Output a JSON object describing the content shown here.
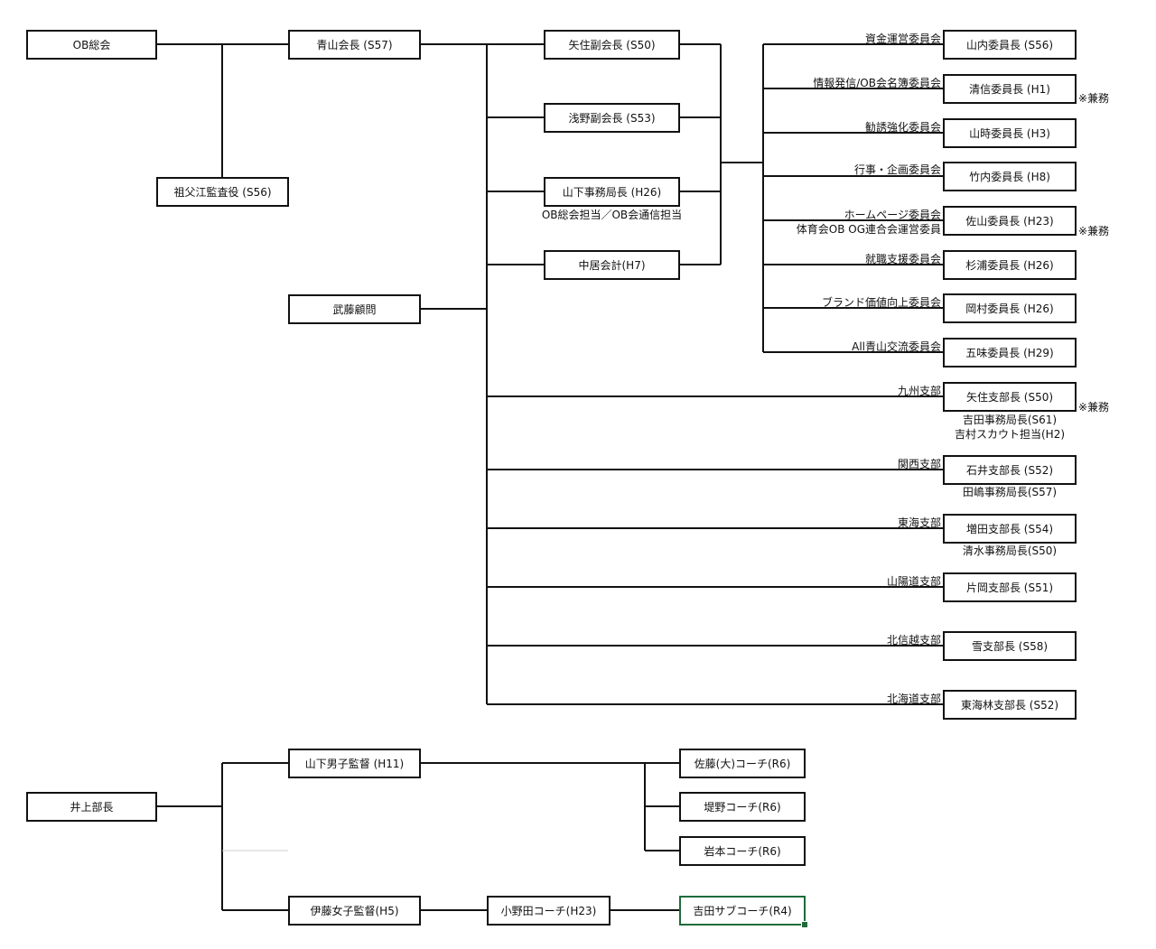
{
  "boxes": {
    "ob_general": "OB総会",
    "aoyama": "青山会長 (S57)",
    "sofue": "祖父江監査役 (S56)",
    "muto": "武藤顧問",
    "yazumi_vp": "矢住副会長 (S50)",
    "asano_vp": "浅野副会長 (S53)",
    "yamashita_sec": "山下事務局長 (H26)",
    "nakai": "中居会計(H7)",
    "yamauchi": "山内委員長 (S56)",
    "kiyonobu": "清信委員長 (H1)",
    "yamatoki": "山時委員長 (H3)",
    "takeuchi": "竹内委員長 (H8)",
    "sayama": "佐山委員長 (H23)",
    "sugiura": "杉浦委員長 (H26)",
    "okamura": "岡村委員長 (H26)",
    "gomi": "五味委員長 (H29)",
    "yazumi_br": "矢住支部長 (S50)",
    "ishii": "石井支部長 (S52)",
    "masuda": "増田支部長 (S54)",
    "kataoka": "片岡支部長 (S51)",
    "yuki": "雪支部長 (S58)",
    "tokairin": "東海林支部長 (S52)",
    "inoue": "井上部長",
    "yamashita_coach": "山下男子監督 (H11)",
    "ito": "伊藤女子監督(H5)",
    "onoda": "小野田コーチ(H23)",
    "sato": "佐藤(大)コーチ(R6)",
    "tsutsumino": "堤野コーチ(R6)",
    "iwamoto": "岩本コーチ(R6)",
    "yoshida": "吉田サブコーチ(R4)"
  },
  "committees": {
    "shikin": "資金運営委員会",
    "joho": "情報発信/OB会名簿委員会",
    "kanyu": "勧誘強化委員会",
    "gyoji": "行事・企画委員会",
    "homepage": "ホームページ委員会",
    "taiikukai": "体育会OB OG連合会運営委員",
    "shushoku": "就職支援委員会",
    "brand": "ブランド価値向上委員会",
    "all_aoyama": "All青山交流委員会"
  },
  "branches": {
    "kyushu": "九州支部",
    "kansai": "関西支部",
    "tokai": "東海支部",
    "sanyodo": "山陽道支部",
    "hokushinetsu": "北信越支部",
    "hokkaido": "北海道支部"
  },
  "sublabels": {
    "yamashita_duty": "OB総会担当／OB会通信担当",
    "yoshida_sec": "吉田事務局長(S61)",
    "yoshimura": "吉村スカウト担当(H2)",
    "tajima": "田嶋事務局長(S57)",
    "shimizu": "清水事務局長(S50)"
  },
  "notes": {
    "kenmu": "※兼務"
  }
}
